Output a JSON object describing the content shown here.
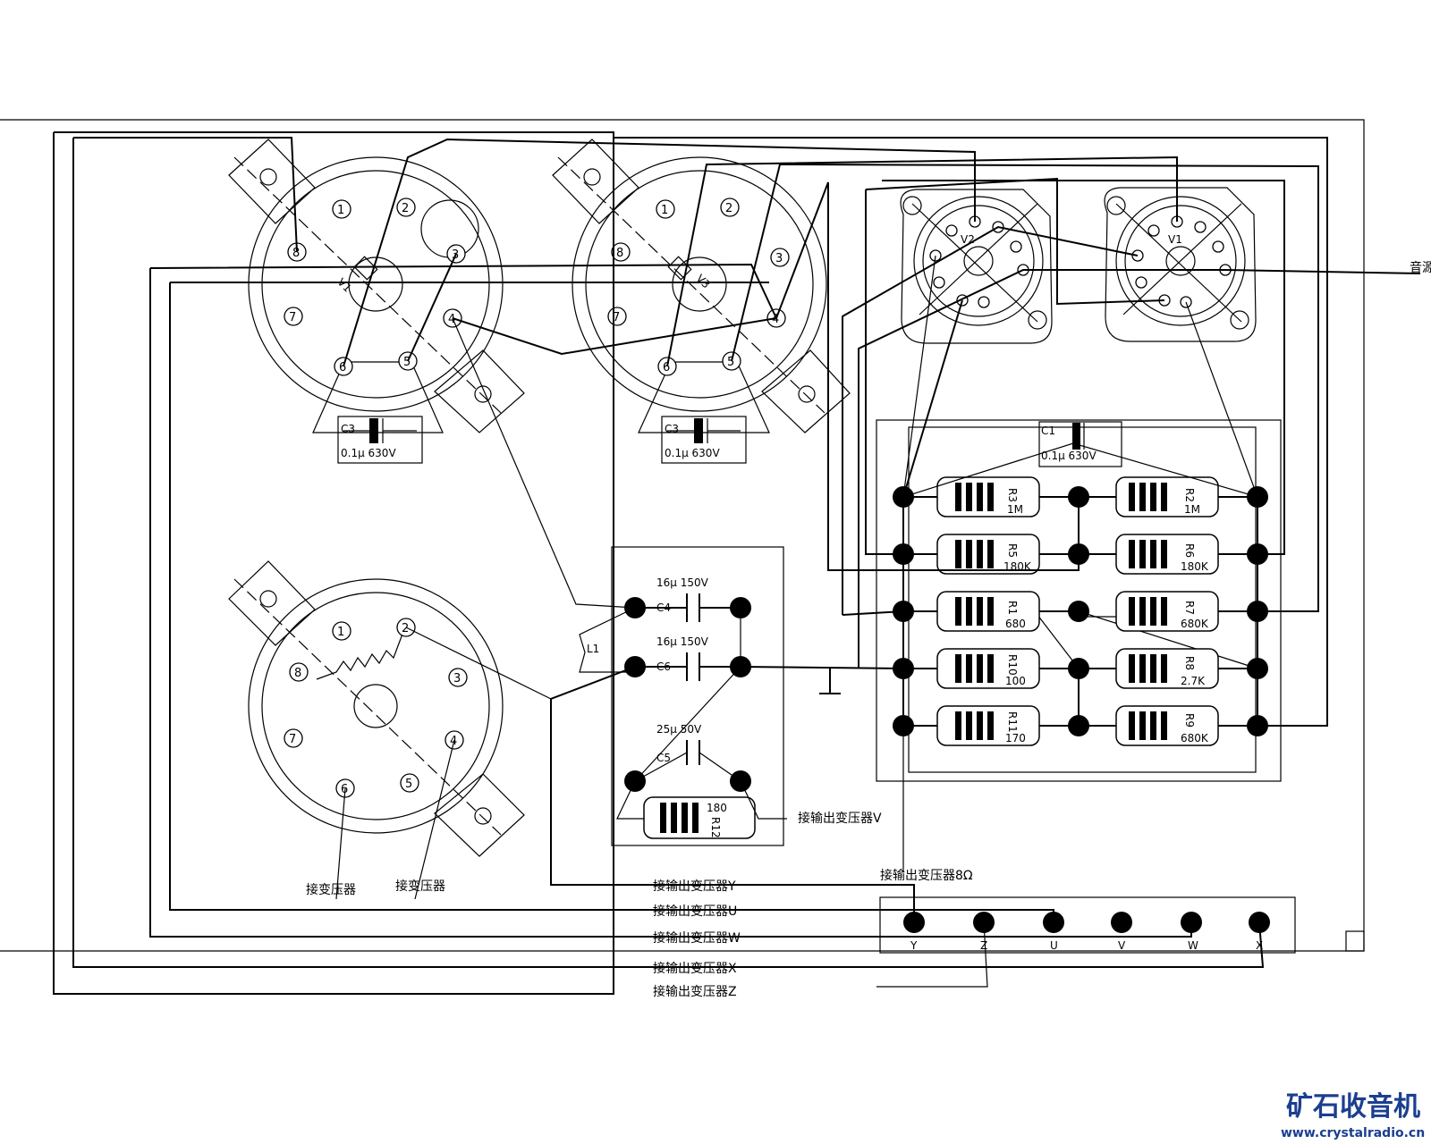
{
  "tubes": {
    "v1_left": {
      "label": "V1"
    },
    "v3": {
      "label": "V3"
    },
    "v2_small": {
      "label": "V2"
    },
    "v1_small": {
      "label": "V1"
    }
  },
  "socket_pins": [
    "1",
    "2",
    "3",
    "4",
    "5",
    "6",
    "7",
    "8"
  ],
  "capacitors": {
    "c3_a": {
      "name": "C3",
      "value": "0.1μ 630V"
    },
    "c3_b": {
      "name": "C3",
      "value": "0.1μ 630V"
    },
    "c1_top": {
      "name": "C1",
      "value": "0.1μ 630V"
    },
    "c4": {
      "name": "C4",
      "value": "16μ 150V"
    },
    "c6": {
      "name": "C6",
      "value": "16μ 150V"
    },
    "c5": {
      "name": "C5",
      "value": "25μ 50V"
    }
  },
  "inductor": {
    "name": "L1"
  },
  "resistors": [
    {
      "name": "R3",
      "value": "1M"
    },
    {
      "name": "R2",
      "value": "1M"
    },
    {
      "name": "R5",
      "value": "180K"
    },
    {
      "name": "R6",
      "value": "180K"
    },
    {
      "name": "R1",
      "value": "680"
    },
    {
      "name": "R7",
      "value": "680K"
    },
    {
      "name": "R10",
      "value": "100"
    },
    {
      "name": "R8",
      "value": "2.7K"
    },
    {
      "name": "R11",
      "value": "170"
    },
    {
      "name": "R9",
      "value": "680K"
    },
    {
      "name": "R12",
      "value": "180"
    }
  ],
  "labels": {
    "to_transformer_1": "接变压器",
    "to_transformer_2": "接变压器",
    "out_v": "接输出变压器V",
    "out_8ohm": "接输出变压器8Ω",
    "out_y": "接输出变压器Y",
    "out_u": "接输出变压器U",
    "out_w": "接输出变压器W",
    "out_x": "接输出变压器X",
    "out_z": "接输出变压器Z",
    "input": "音源"
  },
  "terminals": [
    "Y",
    "Z",
    "U",
    "V",
    "W",
    "X"
  ],
  "watermark": {
    "name": "矿石收音机",
    "url": "www.crystalradio.cn"
  }
}
